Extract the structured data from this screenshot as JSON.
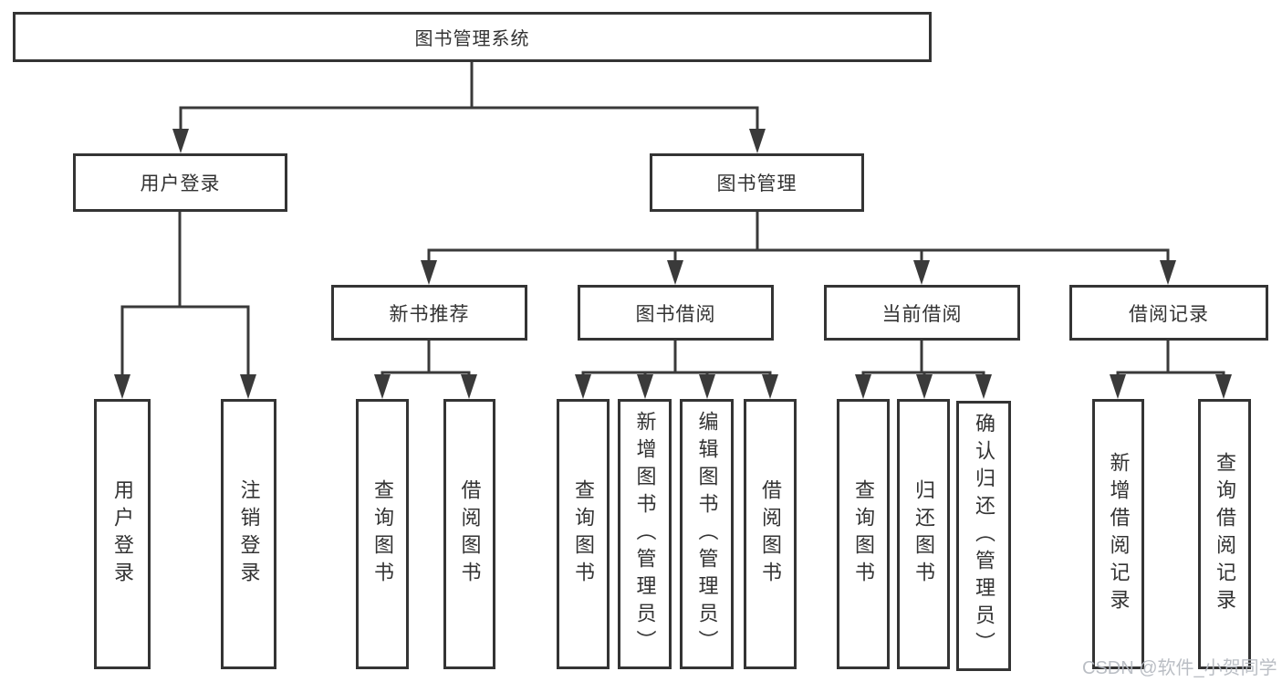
{
  "diagram_title": "图书管理系统",
  "watermark": "CSDN @软件_小贺同学",
  "colors": {
    "background": "#ffffff",
    "line": "#3a3a3a",
    "box_border": "#343434",
    "text": "#333333",
    "watermark": "#b5b9c0"
  },
  "tree": {
    "label": "图书管理系统",
    "children": [
      {
        "label": "用户登录",
        "children": [
          {
            "label": "用户登录"
          },
          {
            "label": "注销登录"
          }
        ]
      },
      {
        "label": "图书管理",
        "children": [
          {
            "label": "新书推荐",
            "children": [
              {
                "label": "查询图书"
              },
              {
                "label": "借阅图书"
              }
            ]
          },
          {
            "label": "图书借阅",
            "children": [
              {
                "label": "查询图书"
              },
              {
                "label": "新增图书（管理员）"
              },
              {
                "label": "编辑图书（管理员）"
              },
              {
                "label": "借阅图书"
              }
            ]
          },
          {
            "label": "当前借阅",
            "children": [
              {
                "label": "查询图书"
              },
              {
                "label": "归还图书"
              },
              {
                "label": "确认归还（管理员）"
              }
            ]
          },
          {
            "label": "借阅记录",
            "children": [
              {
                "label": "新增借阅记录"
              },
              {
                "label": "查询借阅记录"
              }
            ]
          }
        ]
      }
    ]
  }
}
